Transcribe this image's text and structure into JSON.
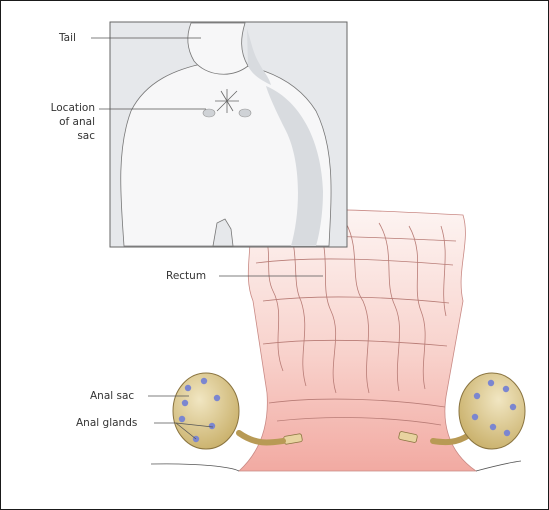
{
  "labels": {
    "tail": "Tail",
    "anal_sac_location_line1": "Location",
    "anal_sac_location_line2": "of  anal",
    "anal_sac_location_line3": "sac",
    "rectum": "Rectum",
    "anal_sac": "Anal  sac",
    "anal_glands": "Anal  glands"
  },
  "colors": {
    "inset_background": "#e6e8eb",
    "dog_body": "#f7f7f8",
    "dog_shadow": "#d8dbdf",
    "rectum_top": "#fbeeea",
    "rectum_bottom": "#f0a8a0",
    "sac_fill": "#d8c590",
    "sac_outline": "#8a7440",
    "gland_dots": "#7b86d0",
    "leader_lines": "#555555"
  }
}
